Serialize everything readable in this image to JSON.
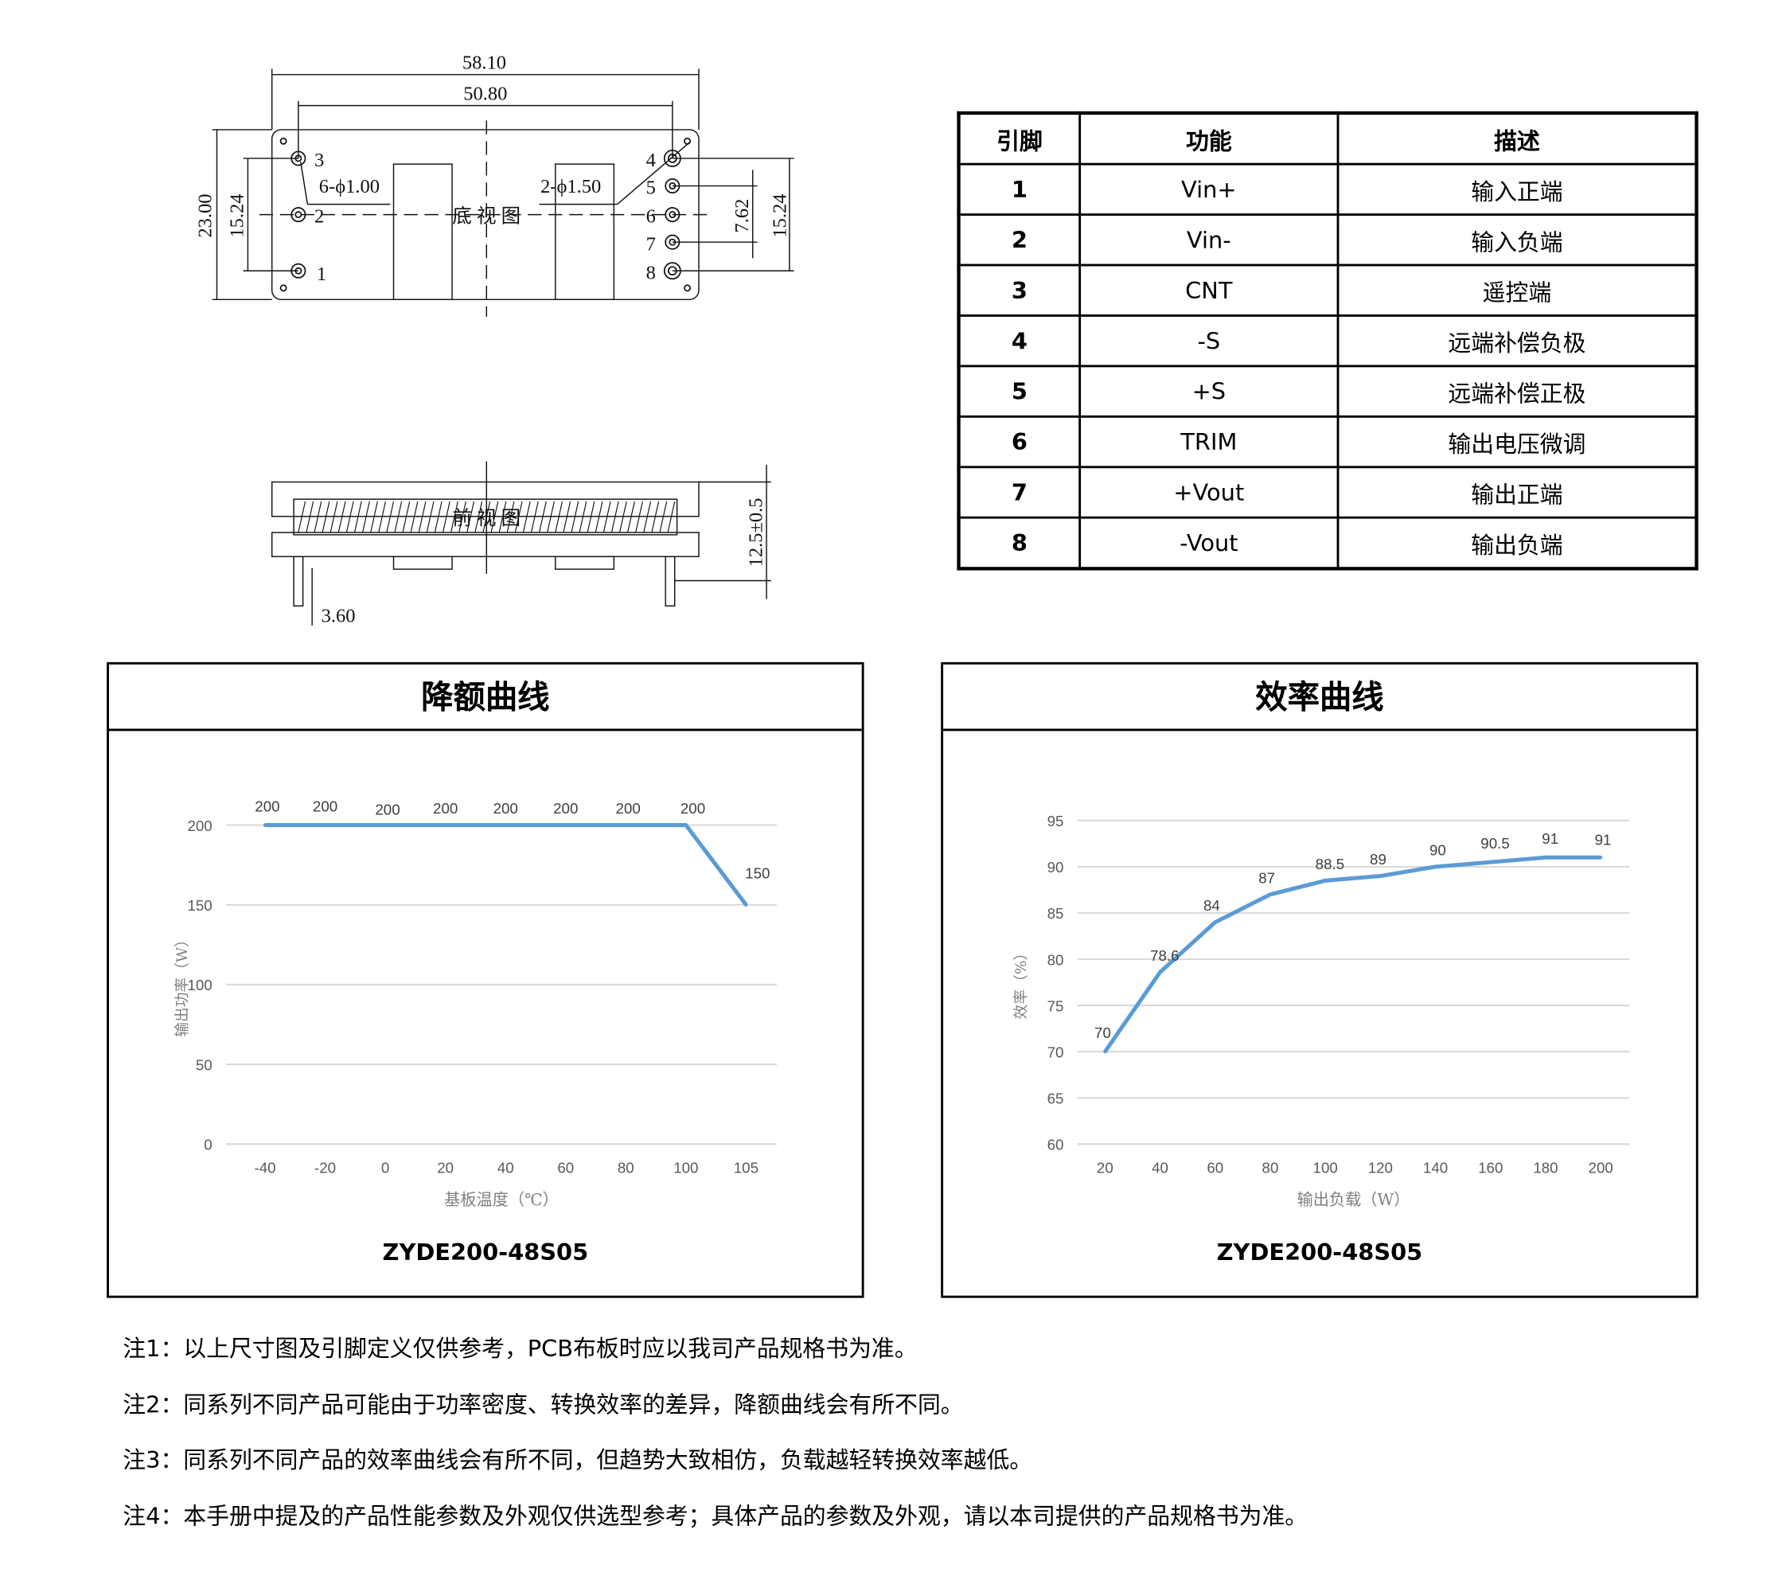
{
  "drawing": {
    "dim_overall_length": "58.10",
    "dim_pin_span": "50.80",
    "dim_overall_width": "23.00",
    "dim_pin_row_left": "15.24",
    "dim_pin_row_right": "15.24",
    "dim_pin_pitch": "7.62",
    "hole_small": "6-ϕ1.00",
    "hole_large": "2-ϕ1.50",
    "bottom_view_label": "底 视 图",
    "front_view_label": "前 视 图",
    "height_dim": "12.5±0.5",
    "pin_length_dim": "3.60",
    "pin_labels": [
      "1",
      "2",
      "3",
      "4",
      "5",
      "6",
      "7",
      "8"
    ]
  },
  "pin_table": {
    "headers": [
      "引脚",
      "功能",
      "描述"
    ],
    "rows": [
      [
        "1",
        "Vin+",
        "输入正端"
      ],
      [
        "2",
        "Vin-",
        "输入负端"
      ],
      [
        "3",
        "CNT",
        "遥控端"
      ],
      [
        "4",
        "-S",
        "远端补偿负极"
      ],
      [
        "5",
        "+S",
        "远端补偿正极"
      ],
      [
        "6",
        "TRIM",
        "输出电压微调"
      ],
      [
        "7",
        "+Vout",
        "输出正端"
      ],
      [
        "8",
        "-Vout",
        "输出负端"
      ]
    ]
  },
  "chart_data": [
    {
      "type": "line",
      "title": "降额曲线",
      "model": "ZYDE200-48S05",
      "categories": [
        "-40",
        "-20",
        "0",
        "20",
        "40",
        "60",
        "80",
        "100",
        "105"
      ],
      "values": [
        200,
        200,
        200,
        200,
        200,
        200,
        200,
        200,
        150
      ],
      "xlabel": "基板温度（℃）",
      "ylabel": "输出功率（W）",
      "ylim": [
        0,
        200
      ],
      "yticks": [
        0,
        50,
        100,
        150,
        200
      ],
      "grid": true,
      "color": "#5b9bd5"
    },
    {
      "type": "line",
      "title": "效率曲线",
      "model": "ZYDE200-48S05",
      "categories": [
        "20",
        "40",
        "60",
        "80",
        "100",
        "120",
        "140",
        "160",
        "180",
        "200"
      ],
      "values": [
        70,
        78.6,
        84,
        87,
        88.5,
        89,
        90,
        90.5,
        91,
        91
      ],
      "xlabel": "输出负载（W）",
      "ylabel": "效率（%）",
      "ylim": [
        60,
        95
      ],
      "yticks": [
        60,
        65,
        70,
        75,
        80,
        85,
        90,
        95
      ],
      "grid": true,
      "color": "#5b9bd5"
    }
  ],
  "notes": [
    "注1：以上尺寸图及引脚定义仅供参考，PCB布板时应以我司产品规格书为准。",
    "注2：同系列不同产品可能由于功率密度、转换效率的差异，降额曲线会有所不同。",
    "注3：同系列不同产品的效率曲线会有所不同，但趋势大致相仿，负载越轻转换效率越低。",
    "注4：本手册中提及的产品性能参数及外观仅供选型参考；具体产品的参数及外观，请以本司提供的产品规格书为准。"
  ]
}
